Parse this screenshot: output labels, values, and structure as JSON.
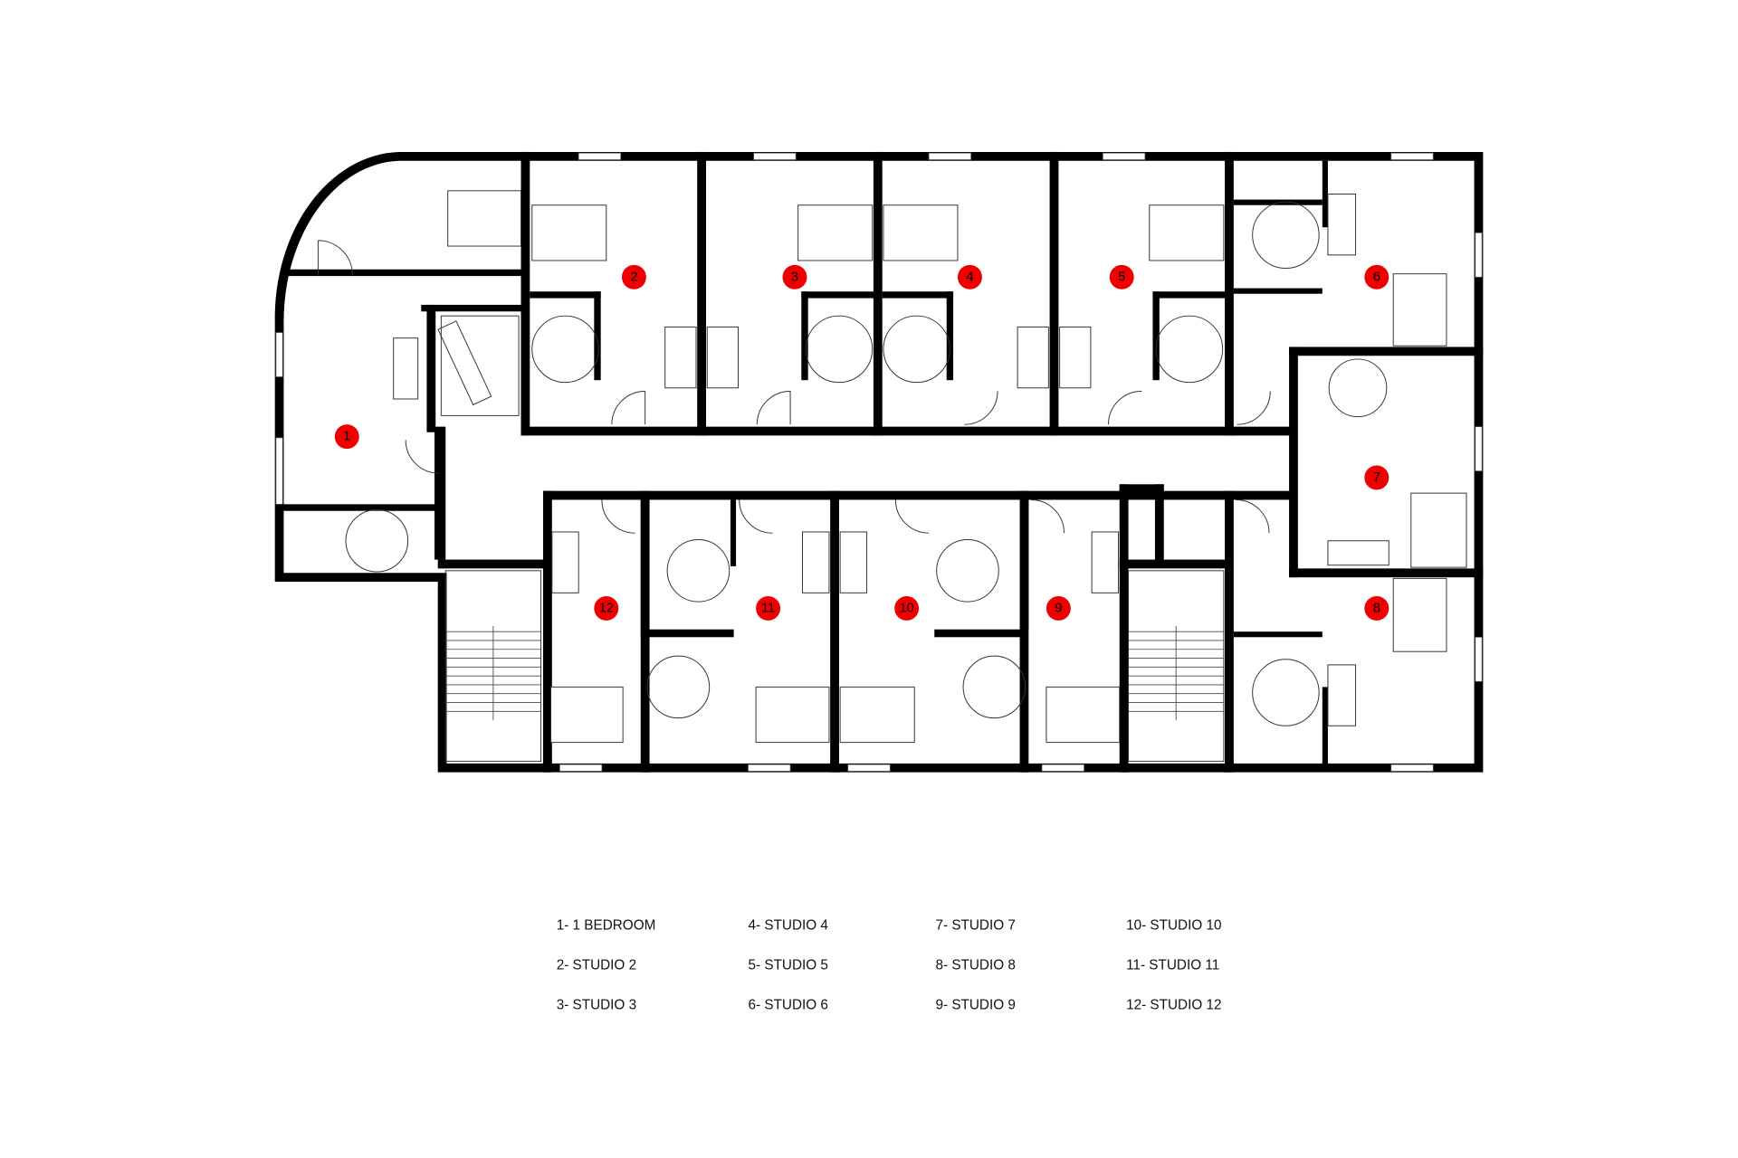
{
  "plan": {
    "unit_tags": [
      "1",
      "2",
      "3",
      "4",
      "5",
      "6",
      "7",
      "8",
      "9",
      "10",
      "11",
      "12"
    ],
    "accent_color": "#ee0000"
  },
  "legend": {
    "items": [
      "1- 1 BEDROOM",
      "2- STUDIO 2",
      "3- STUDIO 3",
      "4- STUDIO 4",
      "5- STUDIO 5",
      "6- STUDIO 6",
      "7- STUDIO 7",
      "8- STUDIO 8",
      "9- STUDIO 9",
      "10- STUDIO 10",
      "11- STUDIO 11",
      "12- STUDIO 12"
    ]
  }
}
